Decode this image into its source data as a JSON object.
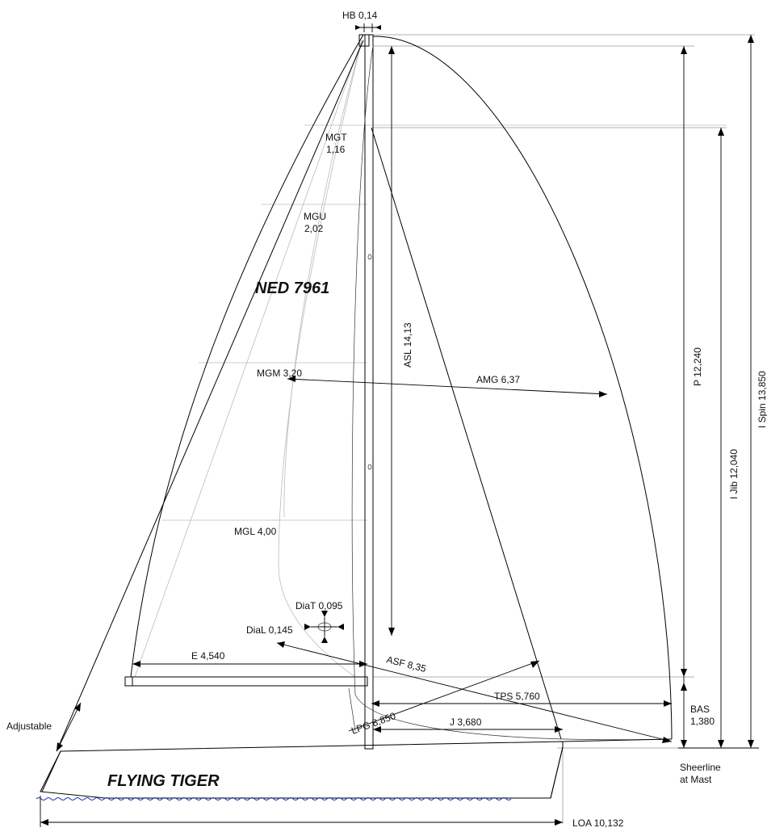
{
  "sail_number": "NED 7961",
  "hull_name": "FLYING TIGER",
  "labels": {
    "hb": "HB 0,14",
    "mgt": "MGT",
    "mgt_val": "1,16",
    "mgu": "MGU",
    "mgu_val": "2,02",
    "mgm": "MGM 3,20",
    "amg": "AMG 6,37",
    "mgl": "MGL 4,00",
    "asl": "ASL 14,13",
    "p": "P 12,240",
    "i_jib": "I Jib 12,040",
    "i_spin": "I Spin 13,850",
    "diat": "DiaT 0,095",
    "dial": "DiaL 0,145",
    "e": "E 4,540",
    "asf": "ASF 8,35",
    "tps": "TPS 5,760",
    "lpg": "LPG 8,850",
    "j": "J 3,680",
    "bas": "BAS",
    "bas_val": "1,380",
    "adjustable": "Adjustable",
    "sheerline": "Sheerline",
    "at_mast": "at Mast",
    "loa": "LOA 10,132"
  }
}
